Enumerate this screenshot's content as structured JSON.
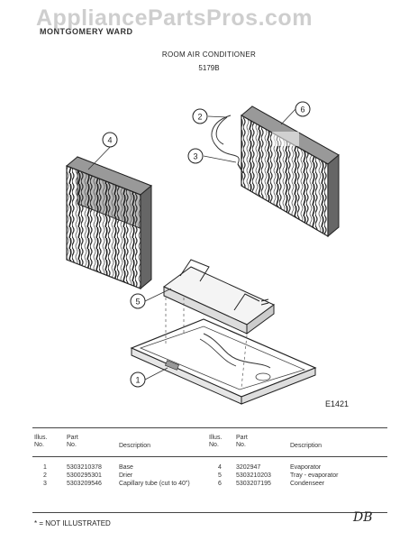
{
  "watermark": "AppliancePartsPros.com",
  "header": {
    "brand": "MONTGOMERY WARD",
    "title": "ROOM AIR CONDITIONER",
    "model": "5179B"
  },
  "diagram": {
    "figure_id": "E1421",
    "callouts": [
      "1",
      "2",
      "3",
      "4",
      "5",
      "6"
    ]
  },
  "parts_table": {
    "columns": {
      "illus_no": "Illus. No.",
      "part_no": "Part No.",
      "description": "Description"
    },
    "left": [
      {
        "illus": "1",
        "part": "5303210378",
        "desc": "Base"
      },
      {
        "illus": "2",
        "part": "5300295301",
        "desc": "Drier"
      },
      {
        "illus": "3",
        "part": "5303209546",
        "desc": "Capillary tube (cut to 40\")"
      }
    ],
    "right": [
      {
        "illus": "4",
        "part": "3202947",
        "desc": "Evaporator"
      },
      {
        "illus": "5",
        "part": "5303210203",
        "desc": "Tray - evaporator"
      },
      {
        "illus": "6",
        "part": "5303207195",
        "desc": "Condenseer"
      }
    ]
  },
  "footer": {
    "note": "* = NOT ILLUSTRATED",
    "initials": "DB"
  }
}
